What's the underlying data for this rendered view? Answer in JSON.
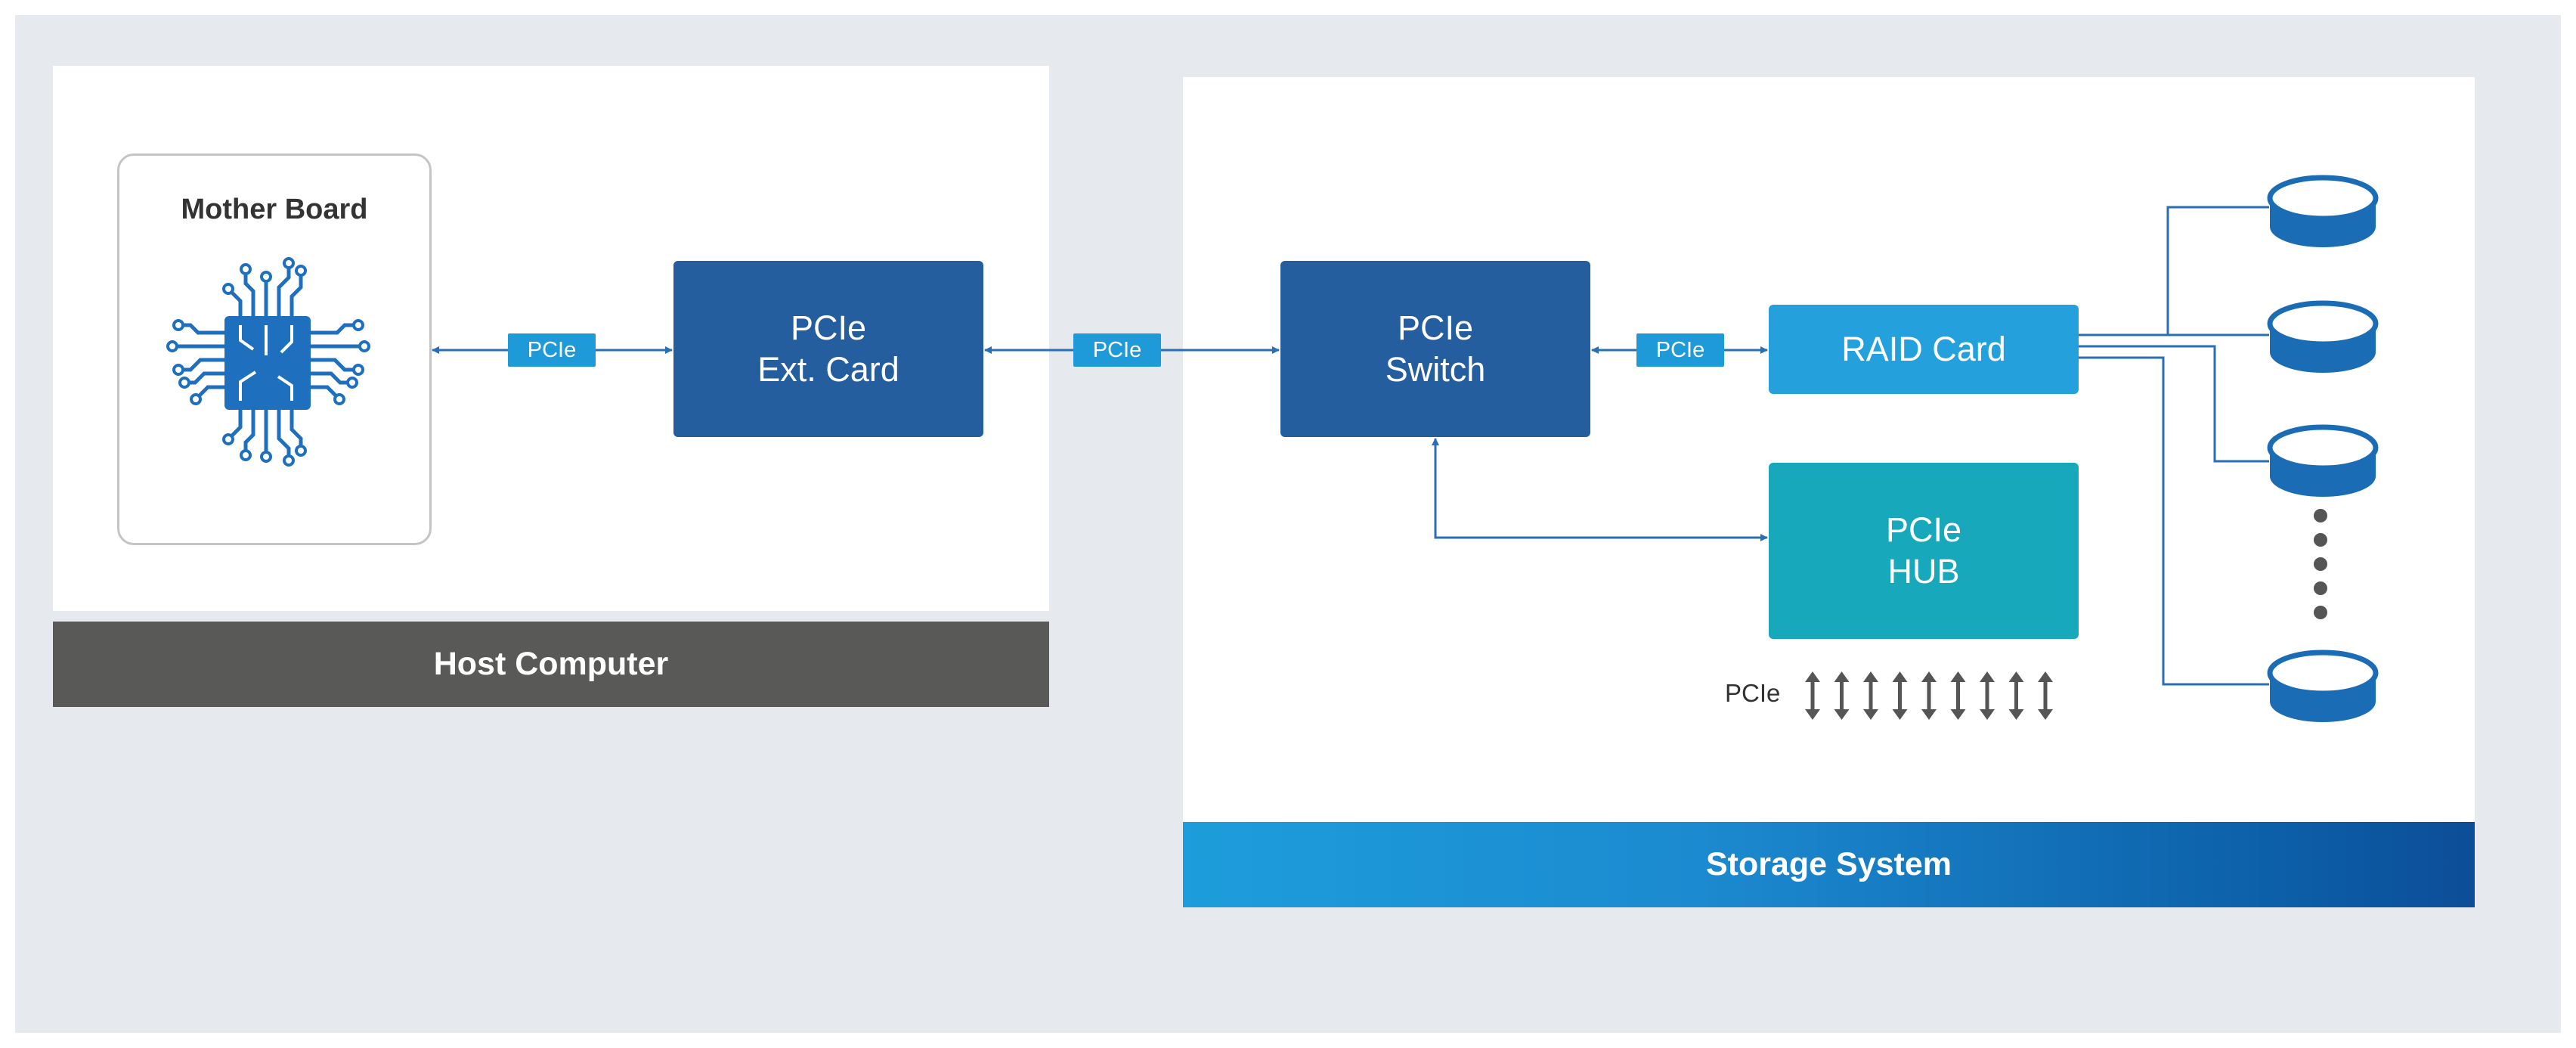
{
  "host": {
    "footer_label": "Host Computer",
    "motherboard_title": "Mother Board"
  },
  "storage": {
    "footer_label": "Storage System"
  },
  "blocks": {
    "ext_card": {
      "line1": "PCIe",
      "line2": "Ext. Card"
    },
    "switch": {
      "line1": "PCIe",
      "line2": "Switch"
    },
    "raid": {
      "label": "RAID Card"
    },
    "hub": {
      "line1": "PCIe",
      "line2": "HUB"
    }
  },
  "links": {
    "tag1": "PCIe",
    "tag2": "PCIe",
    "tag3": "PCIe",
    "hub_ports": "PCIe"
  },
  "icons": {
    "chip": "chip-icon",
    "disk": "disk-icon",
    "ellipsis": "vertical-ellipsis-icon",
    "double_arrow": "double-arrow-icon"
  },
  "colors": {
    "background": "#e6e9ee",
    "panel": "#ffffff",
    "host_footer": "#595957",
    "storage_footer_start": "#1d9ddb",
    "storage_footer_end": "#0d4d98",
    "dark_blue": "#245e9f",
    "light_blue": "#24a0dd",
    "teal": "#17a8bb",
    "line": "#2a6fb3"
  }
}
